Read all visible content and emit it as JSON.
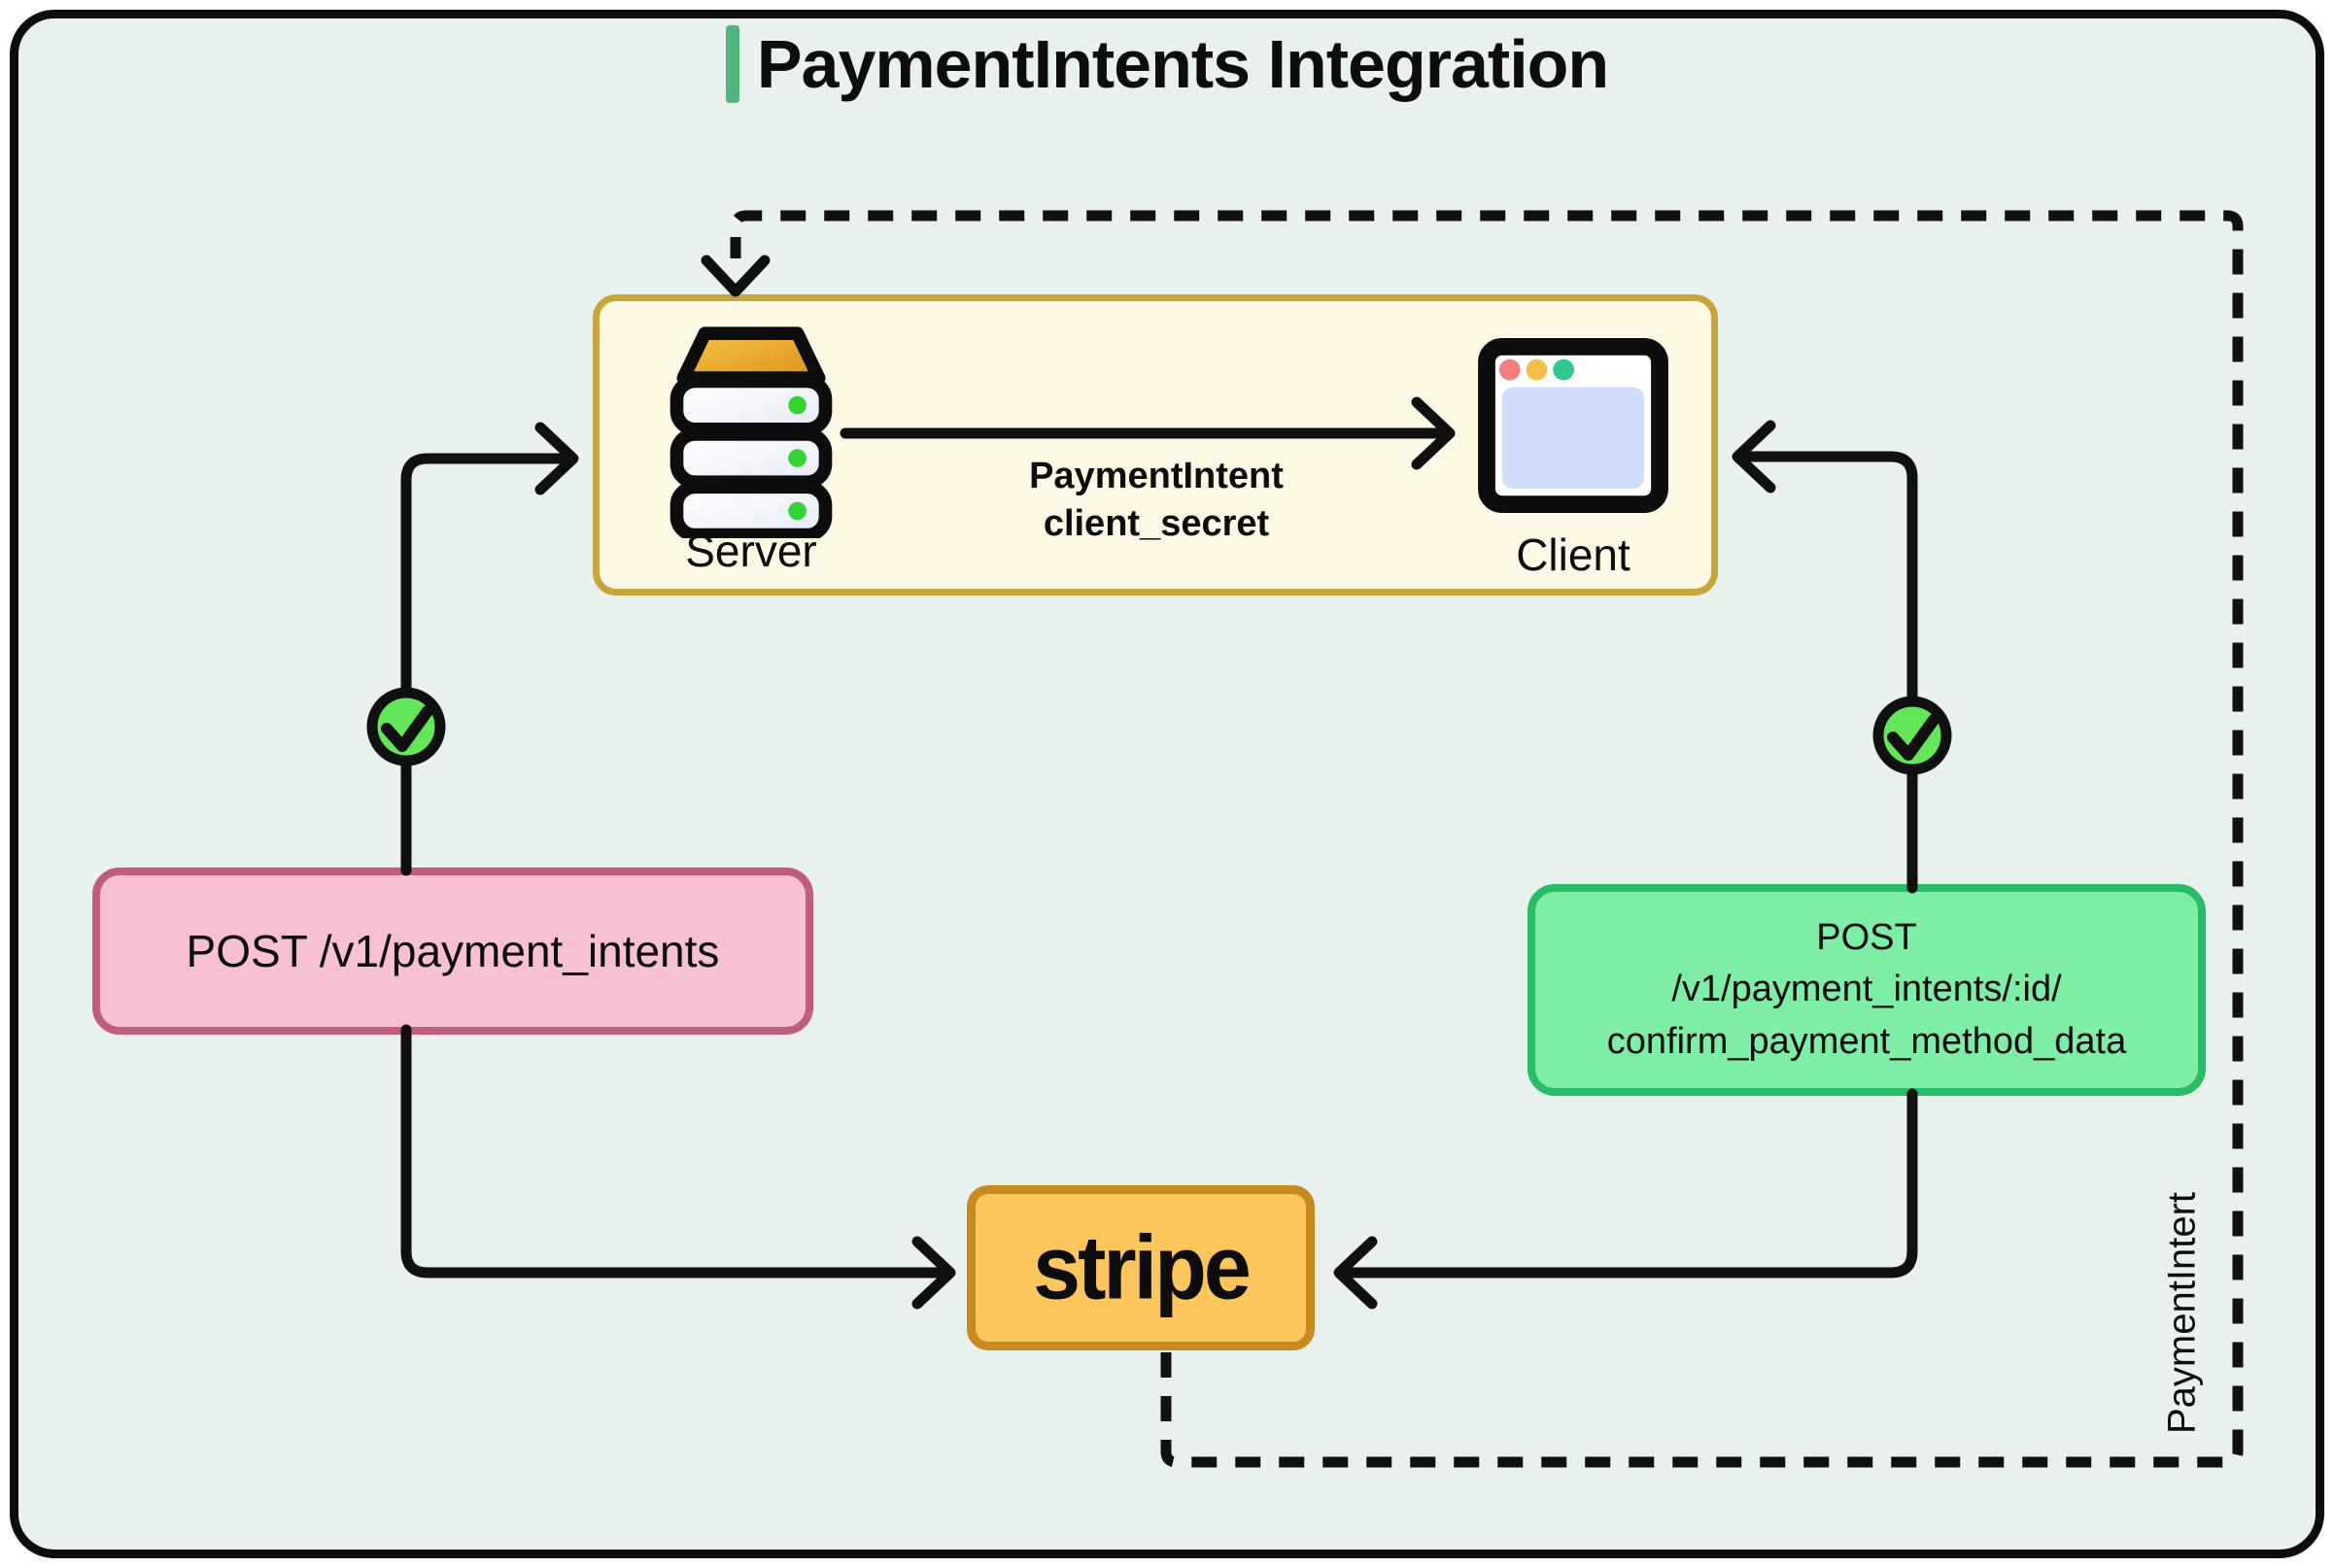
{
  "title": "PaymentIntents Integration",
  "nodes": {
    "server": {
      "label": "Server"
    },
    "client": {
      "label": "Client"
    },
    "stripe": {
      "label": "stripe"
    },
    "pink_request": {
      "label": "POST /v1/payment_intents"
    },
    "green_request": {
      "lines": [
        "POST",
        "/v1/payment_intents/:id/",
        "confirm_payment_method_data"
      ]
    }
  },
  "edges": {
    "server_to_client": {
      "label_line1": "PaymentIntent",
      "label_line2": "client_secret"
    },
    "stripe_return": {
      "label": "PaymentIntert"
    }
  },
  "icons": {
    "server": "server-stack-icon",
    "client": "browser-window-icon",
    "success": "check-circle-icon"
  },
  "colors": {
    "background": "#e9f1ec",
    "line": "#101010",
    "accent_green": "#52b37e",
    "panel_fill": "#fcf8e3",
    "panel_border": "#c7a43c",
    "pink_fill": "#f8c0d5",
    "pink_border": "#c05c7c",
    "green_fill": "#7deda7",
    "green_border": "#29bc66",
    "orange_fill": "#fdc55e",
    "orange_border": "#c8891e",
    "check_fill": "#63e65a",
    "client_blue": "#cfdefb",
    "dot_red": "#f57d7d",
    "dot_yellow": "#f2bf4b",
    "dot_green": "#2fc98e",
    "server_dot": "#35d435"
  }
}
